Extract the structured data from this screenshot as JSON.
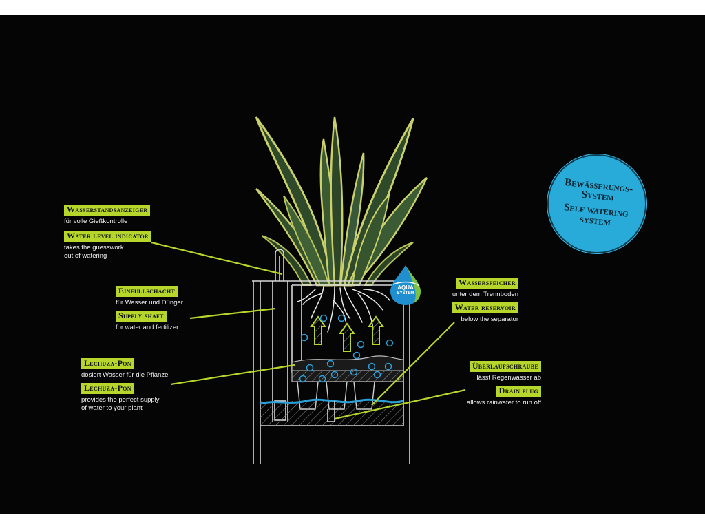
{
  "badge": {
    "line_de": "Bewässerungs-System",
    "line_en": "Self watering system"
  },
  "logo": {
    "line1": "AQUA",
    "line2": "SYSTEM"
  },
  "labels": {
    "water_level_de": {
      "tag": "Wasserstandsanzeiger",
      "desc": "für volle Gießkontrolle"
    },
    "water_level_en": {
      "tag": "Water level indicator",
      "desc": "takes the guesswork\nout of watering"
    },
    "supply_shaft_de": {
      "tag": "Einfüllschacht",
      "desc": "für Wasser und Dünger"
    },
    "supply_shaft_en": {
      "tag": "Supply shaft",
      "desc": "for water and fertilizer"
    },
    "pon_de": {
      "tag": "Lechuza-Pon",
      "desc": "dosiert Wasser für die Pflanze"
    },
    "pon_en": {
      "tag": "Lechuza-Pon",
      "desc": "provides the perfect supply\nof water to your plant"
    },
    "reservoir_de": {
      "tag": "Wasserspeicher",
      "desc": "unter dem Trennboden"
    },
    "reservoir_en": {
      "tag": "Water reservoir",
      "desc": "below the separator"
    },
    "drain_de": {
      "tag": "Überlaufschraube",
      "desc": "lässt Regenwasser ab"
    },
    "drain_en": {
      "tag": "Drain plug",
      "desc": "allows rainwater to run off"
    }
  },
  "colors": {
    "background": "#050505",
    "tag_green": "#b7d62c",
    "badge_blue": "#29abd9",
    "water_blue": "#2b9fd8",
    "leaf_dark": "#2f4a2a",
    "leaf_edge": "#c9cf6a"
  }
}
